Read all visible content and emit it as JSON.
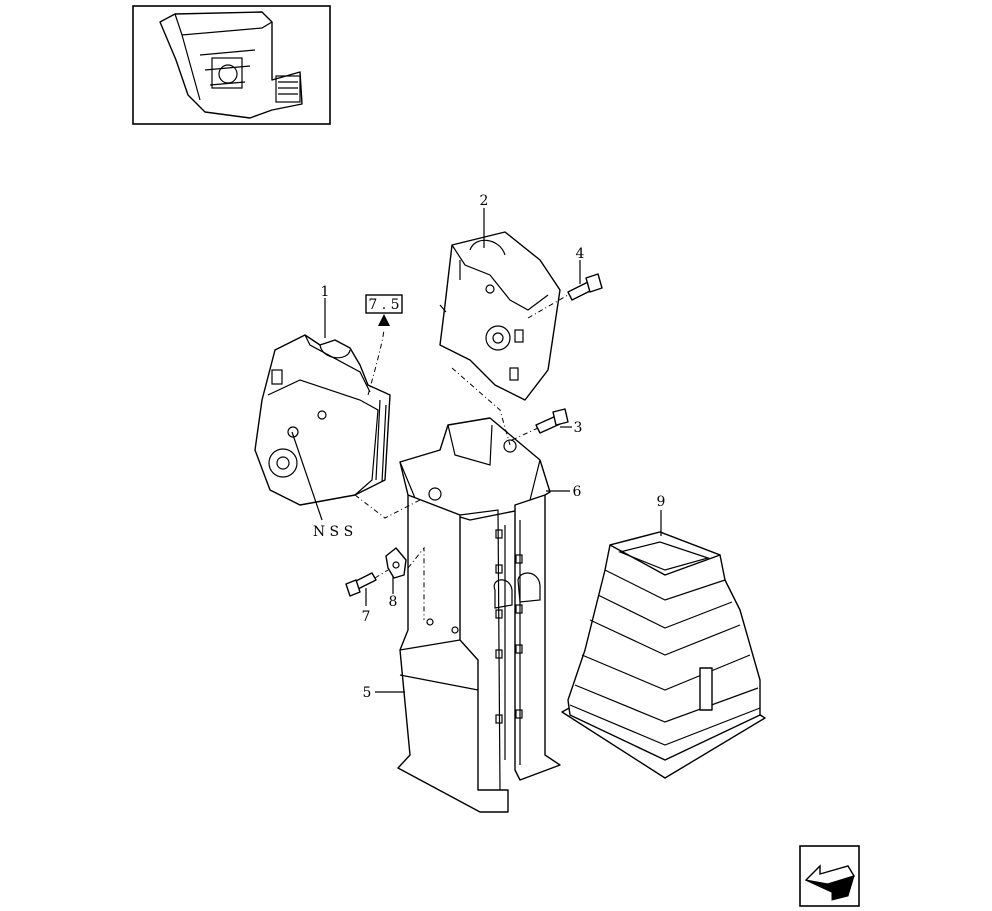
{
  "thumbnail": {
    "icon": "cab-overview-thumbnail"
  },
  "reference_box": {
    "label": "7 . 5"
  },
  "callouts": [
    {
      "id": "1",
      "text": "1"
    },
    {
      "id": "2",
      "text": "2"
    },
    {
      "id": "3",
      "text": "3"
    },
    {
      "id": "4",
      "text": "4"
    },
    {
      "id": "5",
      "text": "5"
    },
    {
      "id": "6",
      "text": "6"
    },
    {
      "id": "7",
      "text": "7"
    },
    {
      "id": "8",
      "text": "8"
    },
    {
      "id": "9",
      "text": "9"
    }
  ],
  "nss_label": "N S S",
  "nav": {
    "icon": "previous-page-arrow-icon"
  }
}
